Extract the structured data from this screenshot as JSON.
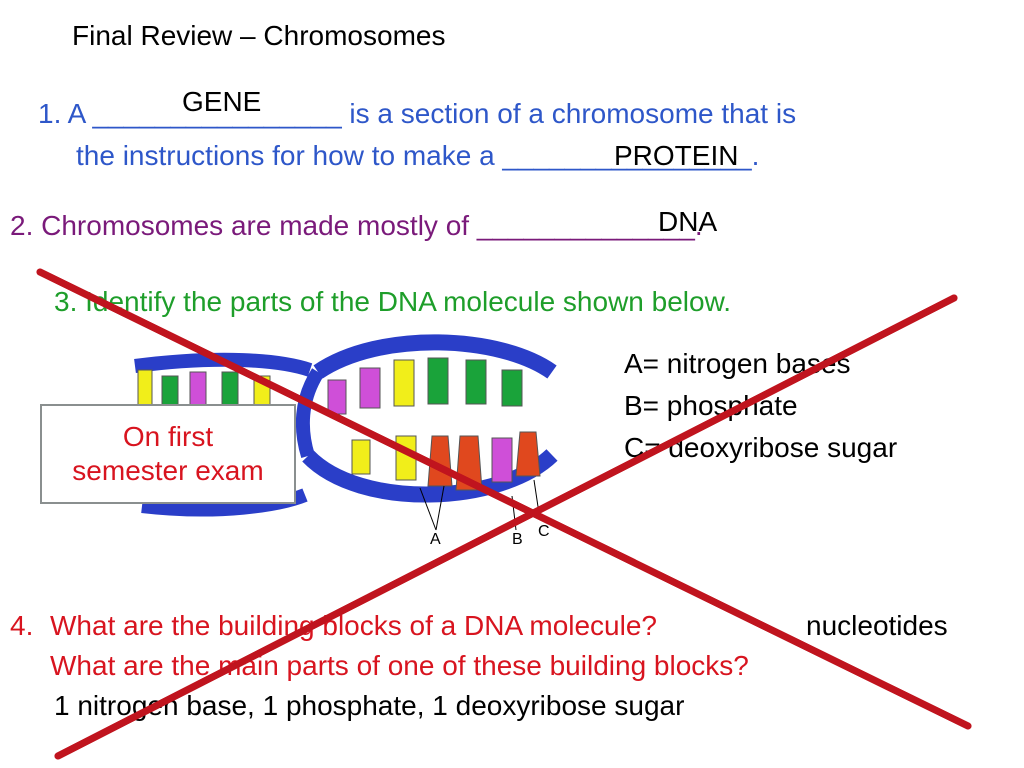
{
  "title": "Final Review – Chromosomes",
  "q1": {
    "line1": "1. A ________________ is a section of a chromosome that is",
    "line2": "the instructions for how to make a ________________.",
    "answer1": "GENE",
    "answer2": "PROTEIN"
  },
  "q2": {
    "text": "2. Chromosomes are made mostly of ______________.",
    "answer": "DNA"
  },
  "q3": {
    "text": "3. Identify the parts of the DNA molecule shown below.",
    "answers": [
      "A= nitrogen bases",
      "B= phosphate",
      "C= deoxyribose sugar"
    ],
    "labels": [
      "A",
      "B",
      "C"
    ]
  },
  "note": {
    "line1": "On first",
    "line2": "semester exam"
  },
  "q4": {
    "number": "4.",
    "line1": "What are the building blocks of a DNA molecule?",
    "answer1": "nucleotides",
    "line2": "What are the main parts of one of these building blocks?",
    "answer2": "1 nitrogen base, 1 phosphate, 1 deoxyribose sugar"
  },
  "colors": {
    "blue": "#2e57c9",
    "purple": "#7a1a7a",
    "green": "#1e9e2a",
    "red": "#d8141f",
    "cross": "#c0141e"
  }
}
